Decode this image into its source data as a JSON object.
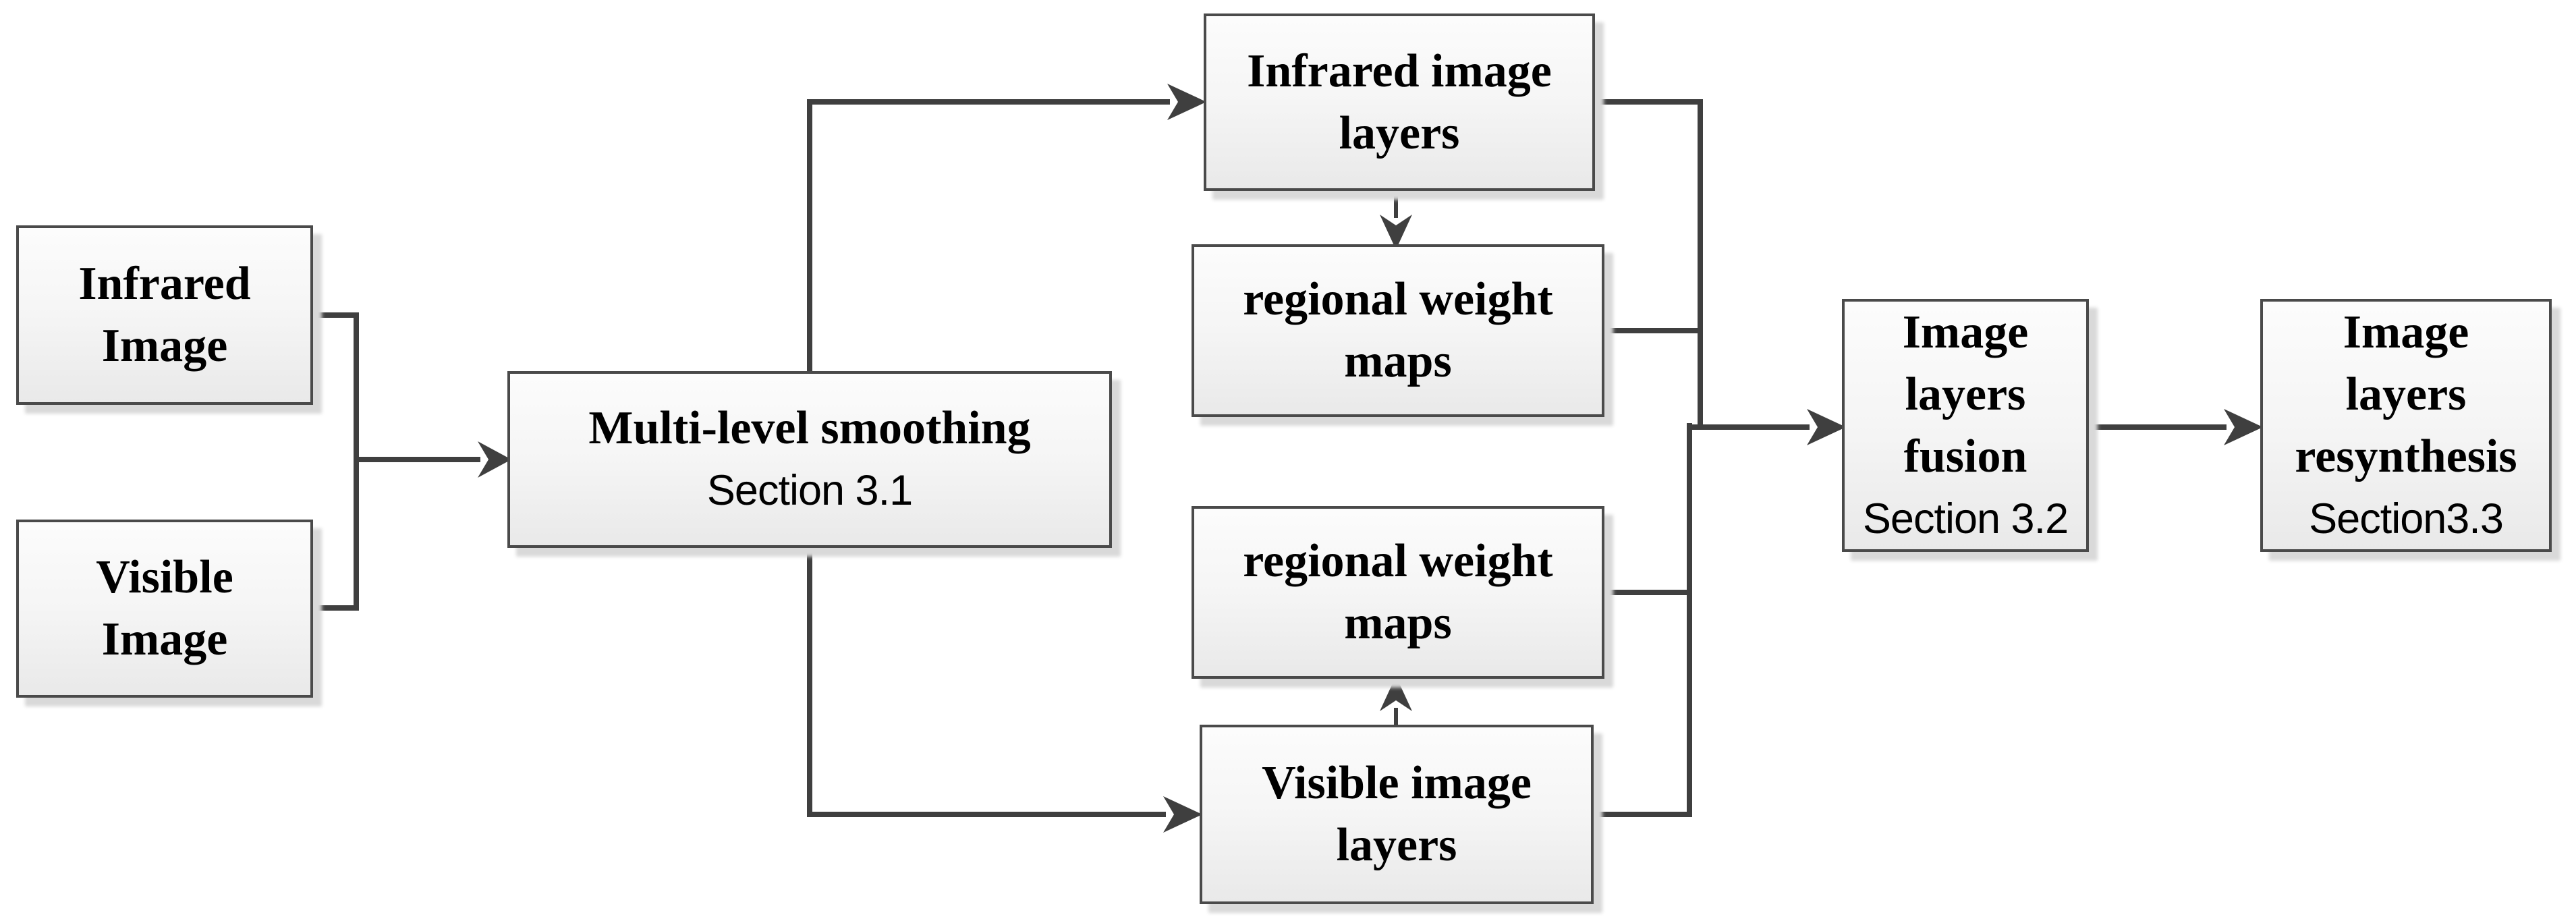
{
  "colors": {
    "line": "#3f3f3f",
    "box_border": "#4a4a4a",
    "box_fill_top": "#fcfcfc",
    "box_fill_mid": "#f5f5f5",
    "box_fill_bottom": "#e9e9e9",
    "box_shadow": "#d9d9d9",
    "text": "#000000",
    "background": "#ffffff"
  },
  "nodes": {
    "infrared_image": {
      "line1": "Infrared",
      "line2": "Image"
    },
    "visible_image": {
      "line1": "Visible",
      "line2": "Image"
    },
    "multi_level_smoothing": {
      "line1": "Multi-level smoothing",
      "section": "Section 3.1"
    },
    "infrared_image_layers": {
      "line1": "Infrared image",
      "line2": "layers"
    },
    "regional_weight_maps_top": {
      "line1": "regional weight",
      "line2": "maps"
    },
    "regional_weight_maps_bottom": {
      "line1": "regional weight",
      "line2": "maps"
    },
    "visible_image_layers": {
      "line1": "Visible image",
      "line2": "layers"
    },
    "image_layers_fusion": {
      "line1": "Image",
      "line2": "layers",
      "line3": "fusion",
      "section": "Section 3.2"
    },
    "image_layers_resynthesis": {
      "line1": "Image",
      "line2": "layers",
      "line3": "resynthesis",
      "section": "Section3.3"
    }
  },
  "edges": [
    {
      "from": "infrared_image",
      "to": "multi_level_smoothing"
    },
    {
      "from": "visible_image",
      "to": "multi_level_smoothing"
    },
    {
      "from": "multi_level_smoothing",
      "to": "infrared_image_layers"
    },
    {
      "from": "multi_level_smoothing",
      "to": "visible_image_layers"
    },
    {
      "from": "infrared_image_layers",
      "to": "regional_weight_maps_top"
    },
    {
      "from": "visible_image_layers",
      "to": "regional_weight_maps_bottom"
    },
    {
      "from": "infrared_image_layers",
      "to": "image_layers_fusion"
    },
    {
      "from": "regional_weight_maps_top",
      "to": "image_layers_fusion"
    },
    {
      "from": "regional_weight_maps_bottom",
      "to": "image_layers_fusion"
    },
    {
      "from": "visible_image_layers",
      "to": "image_layers_fusion"
    },
    {
      "from": "image_layers_fusion",
      "to": "image_layers_resynthesis"
    }
  ]
}
